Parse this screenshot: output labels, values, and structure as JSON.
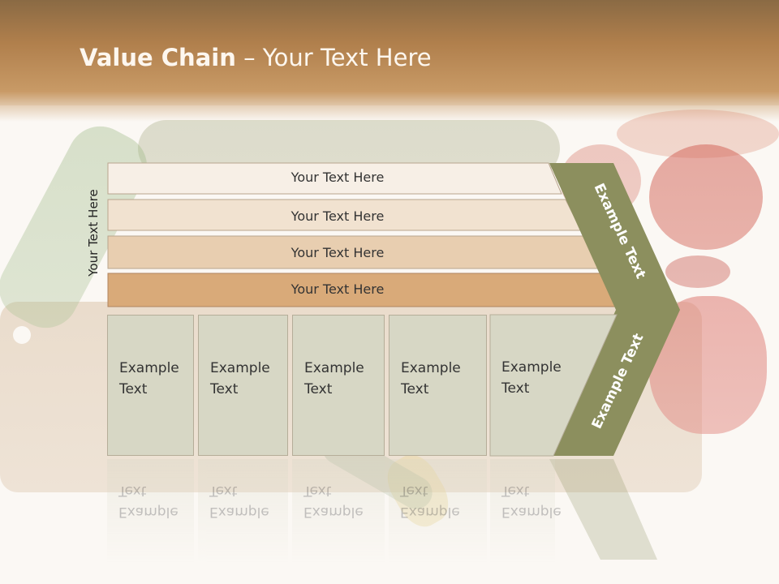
{
  "slide": {
    "title_bold": "Value Chain",
    "title_rest": " – Your Text Here",
    "side_label": "Your Text Here"
  },
  "rows": [
    {
      "label": "Your Text Here",
      "color": "#f7efe6"
    },
    {
      "label": "Your Text Here",
      "color": "#f1e2d0"
    },
    {
      "label": "Your Text Here",
      "color": "#e8ceb0"
    },
    {
      "label": "Your Text Here",
      "color": "#d9aa79"
    }
  ],
  "cards": [
    {
      "line1": "Example",
      "line2": "Text"
    },
    {
      "line1": "Example",
      "line2": "Text"
    },
    {
      "line1": "Example",
      "line2": "Text"
    },
    {
      "line1": "Example",
      "line2": "Text"
    },
    {
      "line1": "Example",
      "line2": "Text"
    }
  ],
  "arrow": {
    "upper_text": "Example Text",
    "lower_text": "Example Text",
    "color": "#8c8f5e"
  }
}
